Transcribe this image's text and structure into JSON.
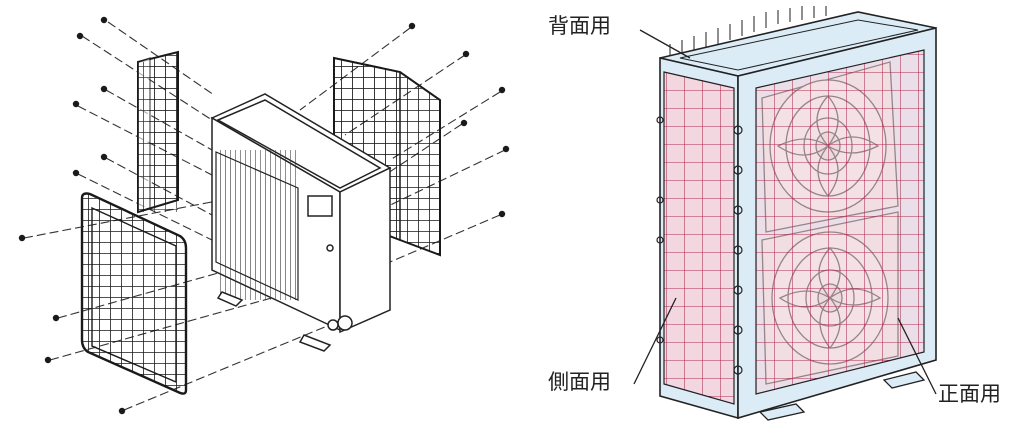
{
  "labels": {
    "back": "背面用",
    "side": "側面用",
    "front": "正面用"
  },
  "colors": {
    "line": "#2b2b2b",
    "unit_fill": "#dcecf7",
    "mesh_fill": "#f5d5dd",
    "mesh_line": "#b02a4e",
    "background": "#ffffff"
  }
}
